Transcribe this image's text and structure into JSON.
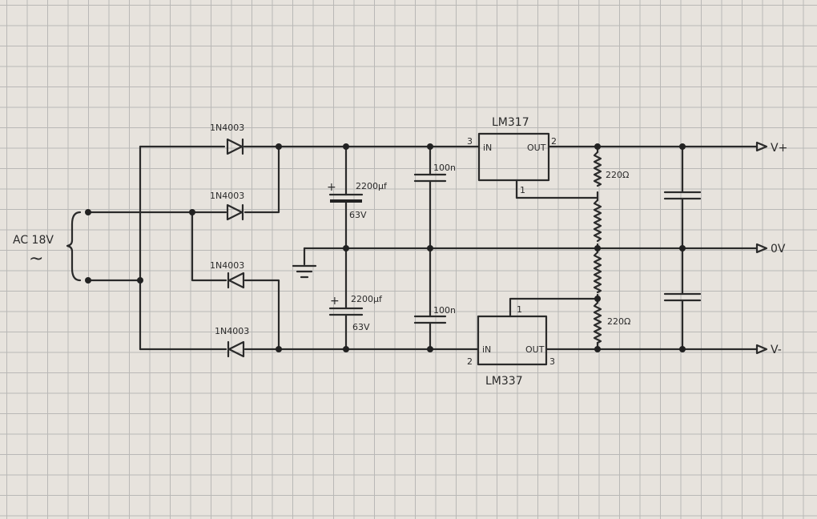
{
  "input": {
    "label": "AC 18V",
    "symbol": "~"
  },
  "diodes": [
    "1N4003",
    "1N4003",
    "1N4003",
    "1N4003"
  ],
  "capacitors": {
    "bulk_top": {
      "value": "2200µf",
      "voltage": "63V",
      "polarity": "+"
    },
    "bulk_bottom": {
      "value": "2200µf",
      "voltage": "63V",
      "polarity": "+"
    },
    "decoupling_top": "100n",
    "decoupling_bottom": "100n"
  },
  "regulators": {
    "positive": {
      "name": "LM317",
      "in": "iN",
      "out": "OUT",
      "pin_in": "3",
      "pin_out": "2",
      "pin_adj": "1"
    },
    "negative": {
      "name": "LM337",
      "in": "iN",
      "out": "OUT",
      "pin_in": "2",
      "pin_out": "3",
      "pin_adj": "1"
    }
  },
  "resistors": [
    "220Ω",
    "220Ω"
  ],
  "outputs": [
    "V+",
    "0V",
    "V-"
  ]
}
